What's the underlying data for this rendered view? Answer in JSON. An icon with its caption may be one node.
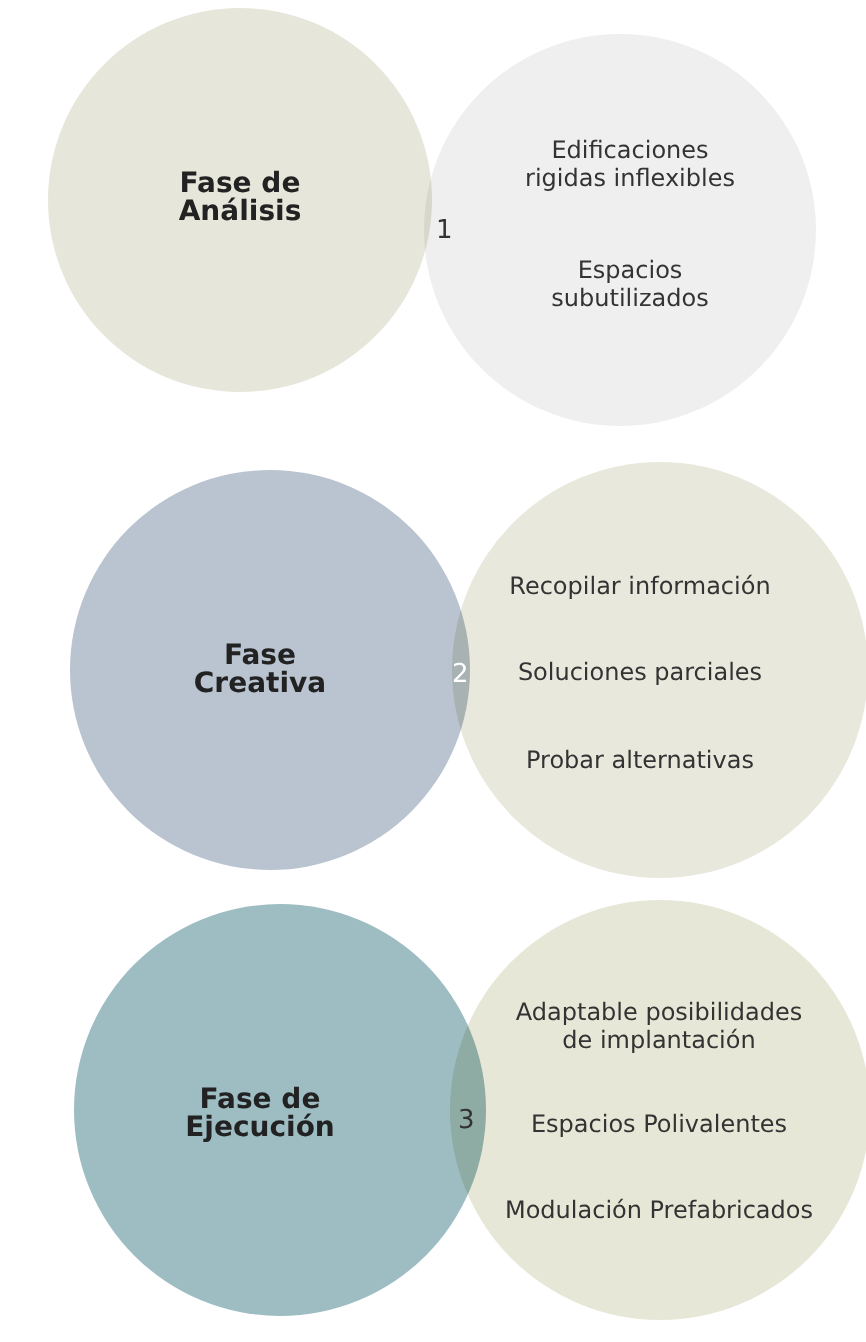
{
  "diagram": {
    "nodes": [
      {
        "text": [
          "Fase de Análisis"
        ]
      },
      {
        "text": [
          "Edificaciones rigidas inflexibles",
          "Espacios subutilizados"
        ]
      },
      {
        "text": [
          "Fase Creativa"
        ]
      },
      {
        "text": [
          "Recopilar información",
          "Soluciones parciales",
          "Probar alternativas"
        ]
      },
      {
        "text": [
          "Fase de Ejecución"
        ]
      },
      {
        "text": [
          "Adaptable posibilidades de implantación",
          "Espacios Polivalentes",
          "Modulación Prefabricados"
        ]
      }
    ],
    "labels": [
      "1",
      "2",
      "3"
    ]
  }
}
